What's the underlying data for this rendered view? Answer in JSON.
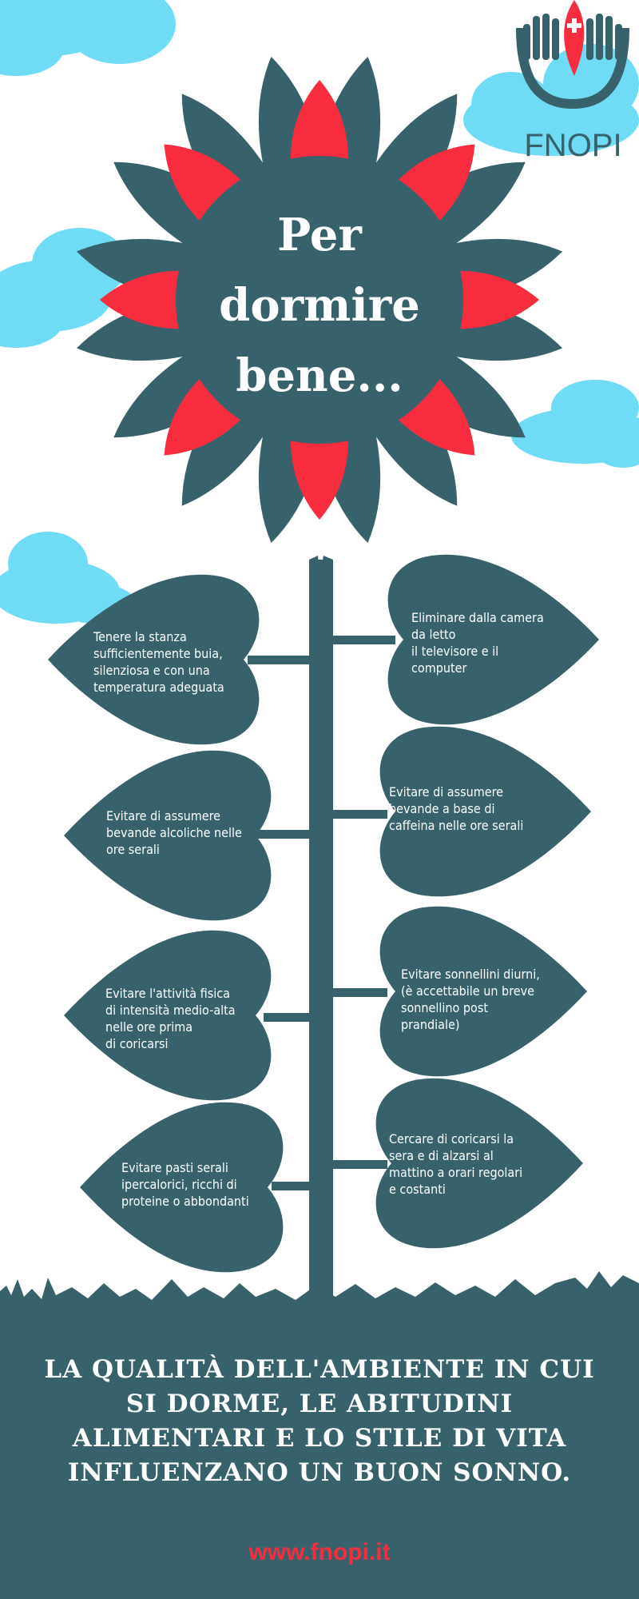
{
  "title": "Per\ndormire\nbene...",
  "logo": {
    "text": "FNOPI",
    "icon": "hands-cross-flame-icon"
  },
  "colors": {
    "dark": "#37626b",
    "red": "#f72d3f",
    "sky": "#70dbf5",
    "white": "#ffffff"
  },
  "tips": [
    "Tenere la stanza\nsufficientemente buia,\nsilenziosa e con una\ntemperatura adeguata",
    "Eliminare dalla camera\nda letto\n il televisore e il\ncomputer",
    "Evitare di assumere\nbevande alcoliche nelle\nore serali",
    "Evitare di assumere\n bevande a base di\ncaffeina nelle ore serali",
    "Evitare l'attività fisica\ndi intensità medio-alta\nnelle ore prima\ndi coricarsi",
    "Evitare sonnellini diurni,\n(è accettabile un breve\nsonnellino post\nprandiale)",
    "Evitare pasti serali\nipercalorici, ricchi di\nproteine o abbondanti",
    "Cercare di coricarsi la\nsera e di alzarsi al\nmattino a orari regolari\ne costanti"
  ],
  "footer": "LA QUALITÀ DELL'AMBIENTE IN CUI\nSI DORME, LE ABITUDINI\nALIMENTARI E LO STILE DI VITA\nINFLUENZANO UN BUON SONNO.",
  "url": "www.fnopi.it"
}
